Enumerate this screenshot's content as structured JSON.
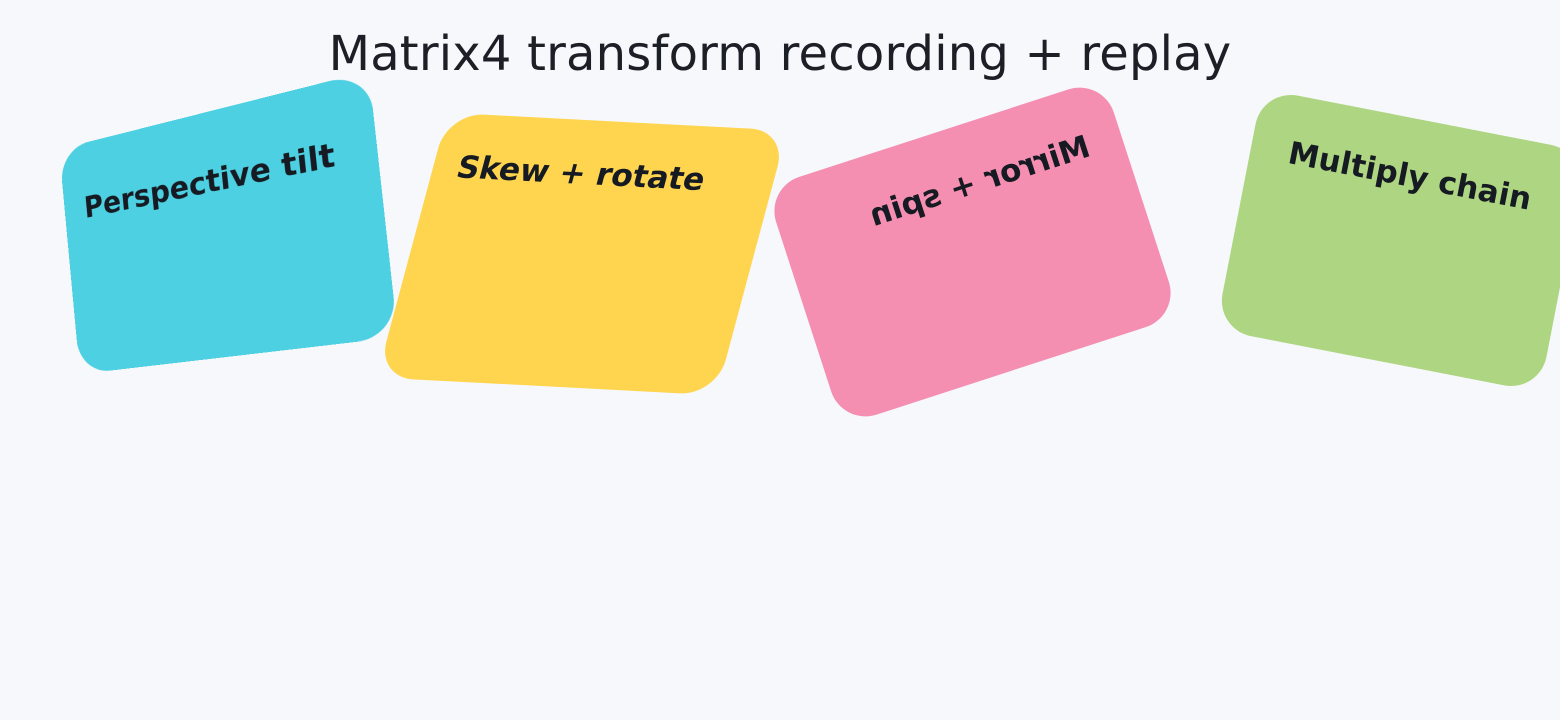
{
  "title": "Matrix4 transform recording + replay",
  "cards": [
    {
      "label": "Perspective tilt",
      "color": "#4dd0e1"
    },
    {
      "label": "Skew + rotate",
      "color": "#ffd54f"
    },
    {
      "label": "Mirror + spin",
      "color": "#f48fb1"
    },
    {
      "label": "Multiply chain",
      "color": "#aed581"
    }
  ]
}
